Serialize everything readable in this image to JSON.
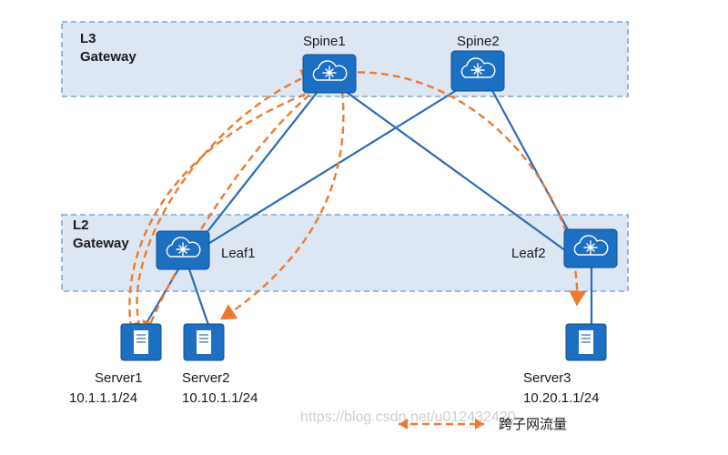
{
  "zones": {
    "l3": {
      "line1": "L3",
      "line2": "Gateway"
    },
    "l2": {
      "line1": "L2",
      "line2": "Gateway"
    }
  },
  "nodes": {
    "spine1": "Spine1",
    "spine2": "Spine2",
    "leaf1": "Leaf1",
    "leaf2": "Leaf2"
  },
  "servers": [
    {
      "name": "Server1",
      "ip": "10.1.1.1/24"
    },
    {
      "name": "Server2",
      "ip": "10.10.1.1/24"
    },
    {
      "name": "Server3",
      "ip": "10.20.1.1/24"
    }
  ],
  "legend": {
    "label": "跨子网流量"
  },
  "watermark": "https://blog.csdn.net/u012432420",
  "colors": {
    "link": "#2a6cb8",
    "flow": "#ee7a2f",
    "device": "#1d6fc1",
    "zone": "#dde7f4"
  },
  "icons": {
    "switch": "cloud-router-icon",
    "server": "server-icon"
  }
}
